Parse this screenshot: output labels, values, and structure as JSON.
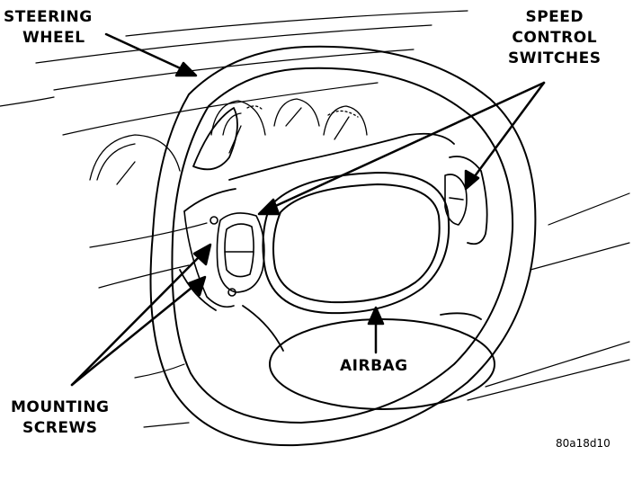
{
  "labels": {
    "steering_wheel": [
      "STEERING",
      "WHEEL"
    ],
    "speed_control": [
      "SPEED",
      "CONTROL",
      "SWITCHES"
    ],
    "mounting_screws": [
      "MOUNTING",
      "SCREWS"
    ],
    "airbag": "AIRBAG"
  },
  "figure_ref": "80a18d10",
  "colors": {
    "ink": "#000000",
    "paper": "#ffffff"
  }
}
